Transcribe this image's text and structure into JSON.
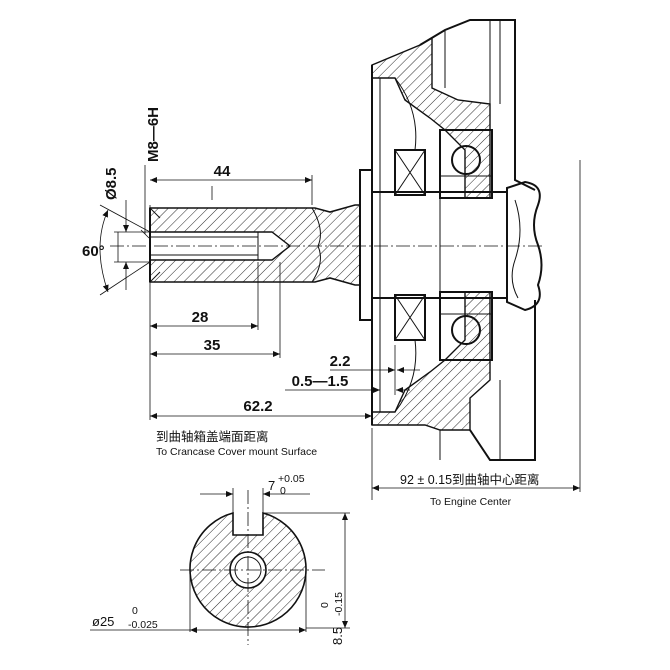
{
  "shaft": {
    "length_44": "44",
    "length_28": "28",
    "length_35": "35",
    "length_62_2": "62.2",
    "thread_dia": "Ø8.5",
    "thread_spec": "M8—6H",
    "angle": "60°"
  },
  "flange": {
    "gap_2_2": "2.2",
    "gap_range": "0.5—1.5"
  },
  "notes": {
    "cover_cn": "到曲轴箱盖端面距离",
    "cover_en": "To Crancase Cover mount Surface",
    "center_cn": "92 ± 0.15到曲轴中心距离",
    "center_en": "To Engine Center"
  },
  "section": {
    "key_width": "7",
    "key_tol_upper": "+0.05",
    "key_tol_lower": "0",
    "dia_base": "ø25",
    "dia_tol_upper": "0",
    "dia_tol_lower": "-0.025",
    "depth_base": "8.5",
    "depth_tol_upper": "0",
    "depth_tol_lower": "-0.15"
  }
}
